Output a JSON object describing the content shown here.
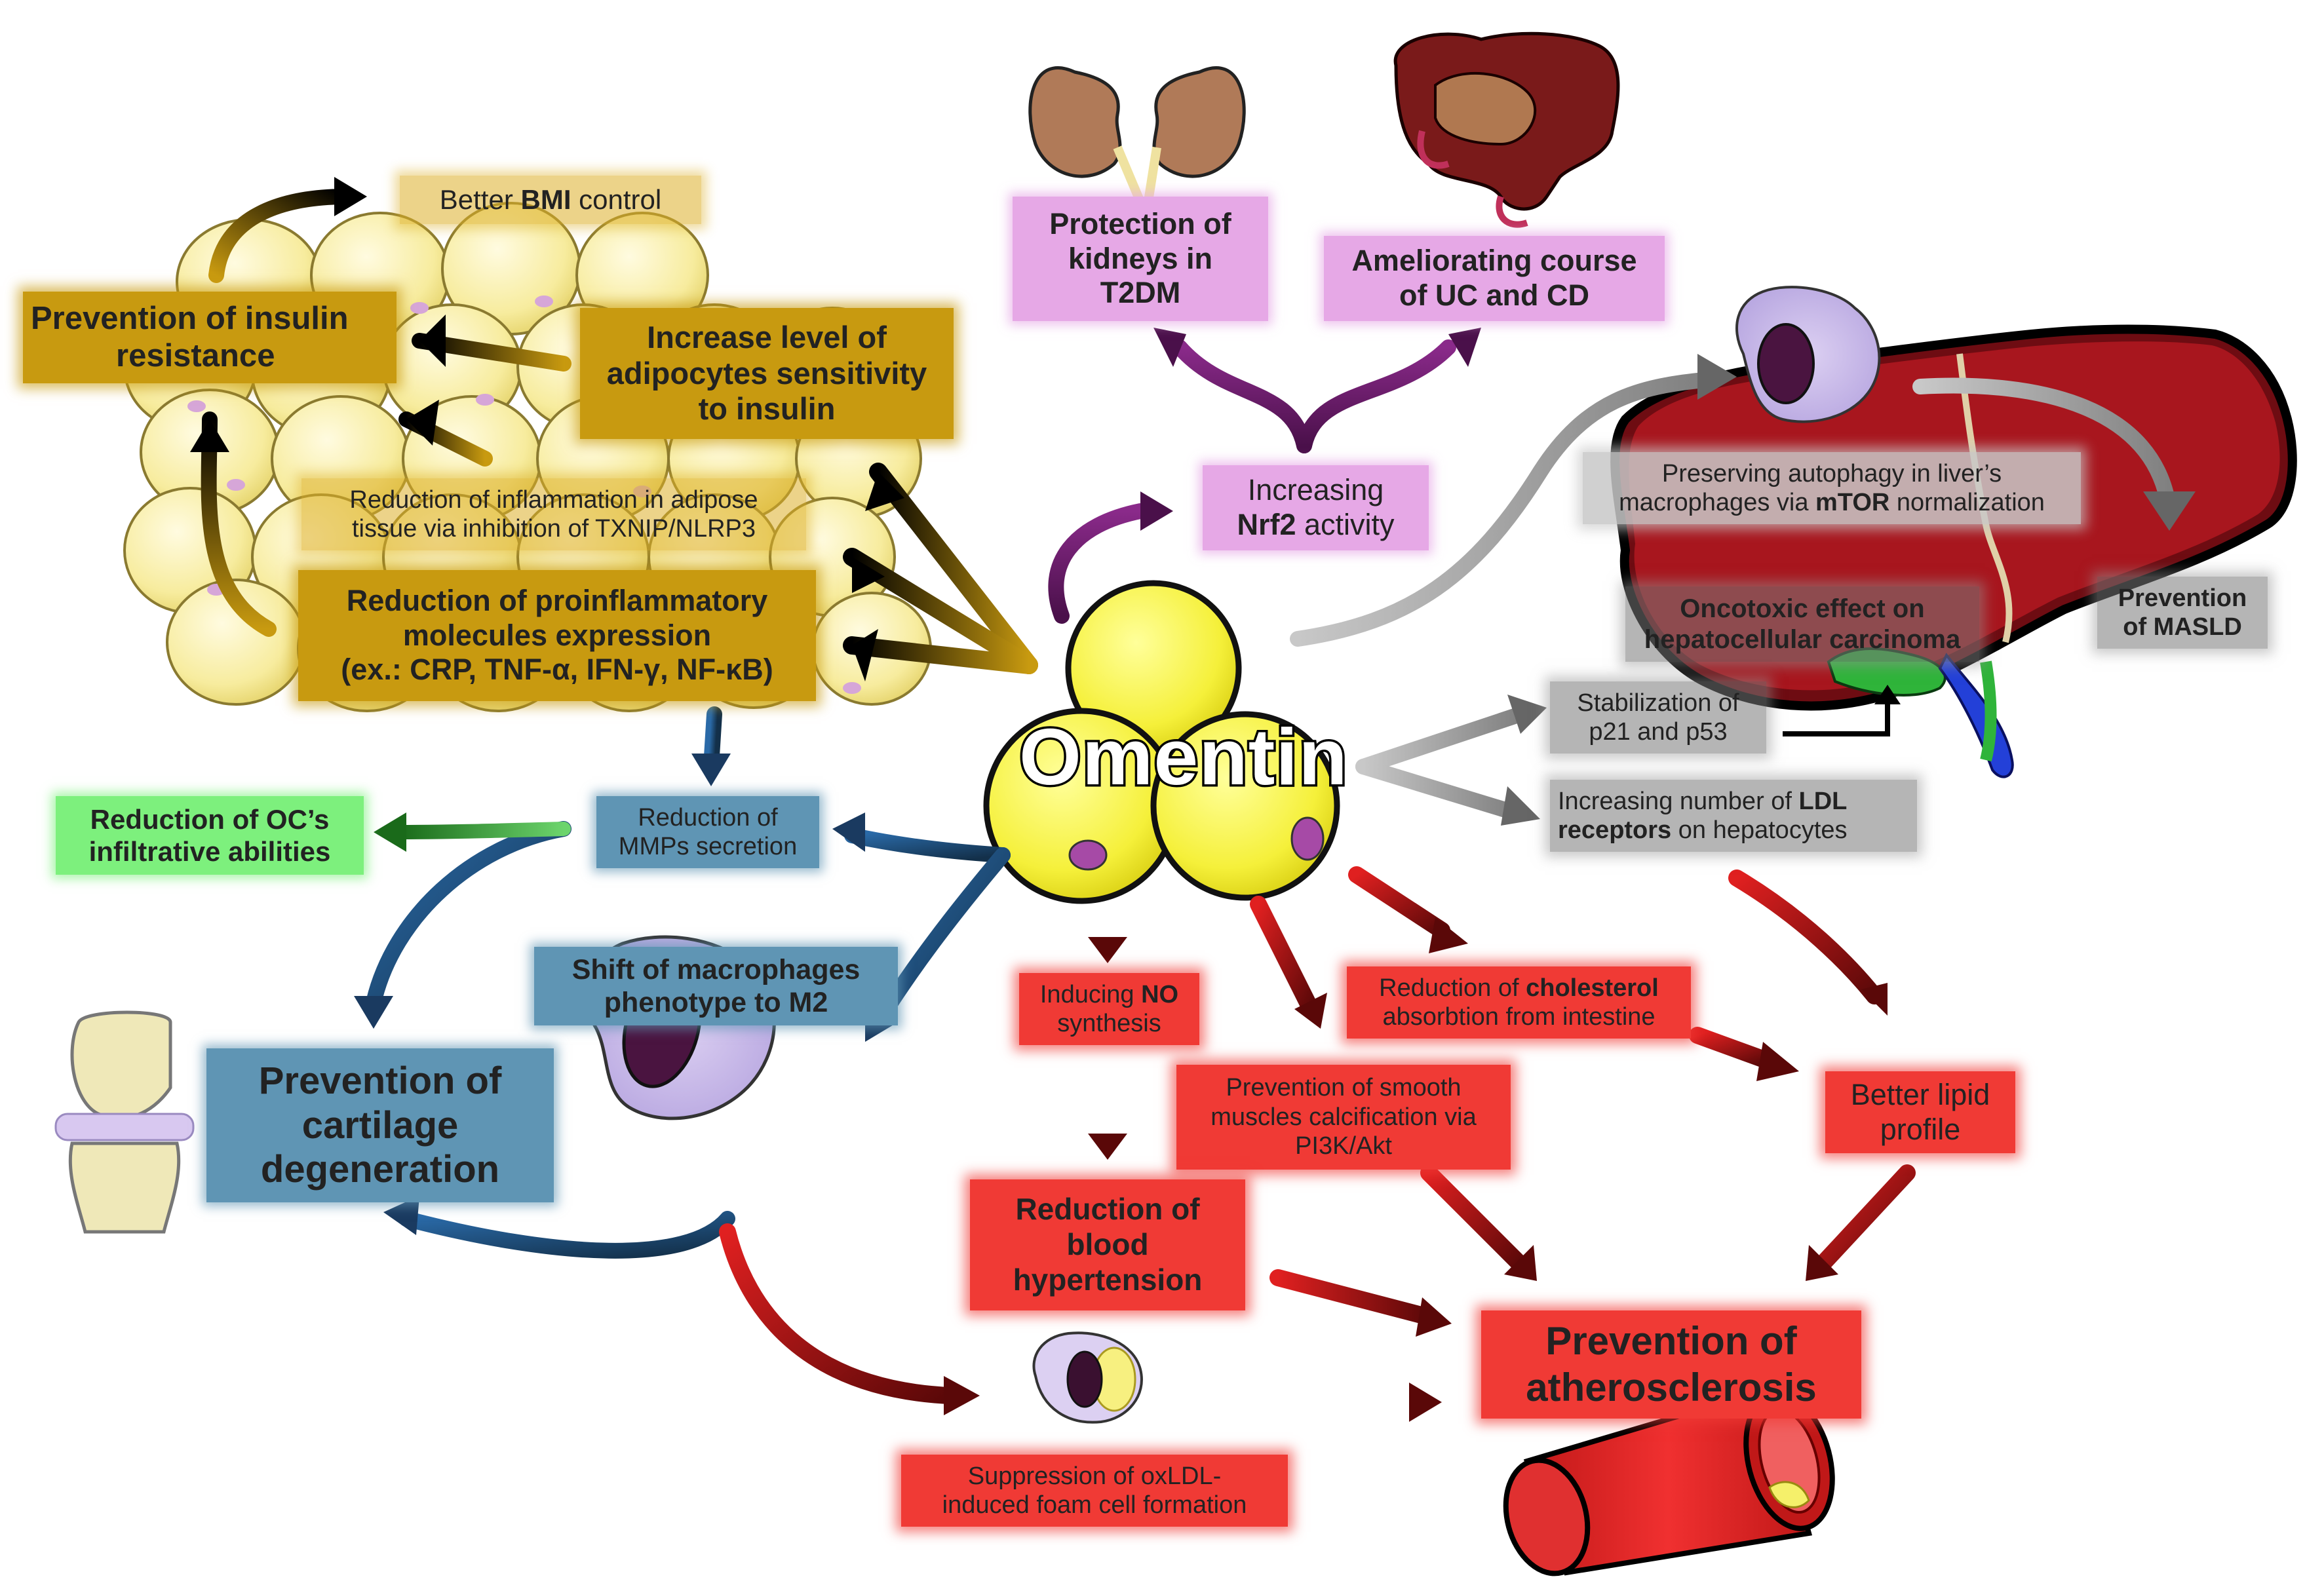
{
  "center": {
    "label": "Omentin"
  },
  "labels": {
    "better_bmi": {
      "pre": "Better ",
      "bold": "BMI",
      "post": " control"
    },
    "insulin_resistance": {
      "line1": "Prevention of insulin",
      "line2": "resistance"
    },
    "adipocytes_sensitivity": {
      "line1": "Increase level of",
      "line2": "adipocytes sensitivity",
      "line3": "to insulin"
    },
    "adipose_inflammation": {
      "line1": "Reduction of inflammation in adipose",
      "line2": "tissue via inhibition of TXNIP/NLRP3"
    },
    "proinflammatory": {
      "line1": "Reduction of proinflammatory",
      "line2": "molecules expression",
      "line3": "(ex.: CRP, TNF-α, IFN-γ, NF-κB)"
    },
    "kidneys": {
      "line1": "Protection of",
      "line2": "kidneys in",
      "line3": "T2DM"
    },
    "uc_cd": {
      "line1": "Ameliorating course",
      "line2": "of UC and CD"
    },
    "nrf2": {
      "line1": "Increasing",
      "line2_bold": "Nrf2",
      "line2_post": " activity"
    },
    "autophagy": {
      "line1": "Preserving autophagy in liver’s",
      "line2_pre": "macrophages via ",
      "line2_bold": "mTOR",
      "line2_post": " normalization"
    },
    "masld": {
      "line1": "Prevention",
      "line2": "of MASLD"
    },
    "oncotoxic": {
      "line1": "Oncotoxic effect on",
      "line2": "hepatocellular carcinoma"
    },
    "p21_p53": {
      "line1": "Stabilization of",
      "line2": "p21 and p53"
    },
    "ldl_receptors": {
      "line1_pre": "Increasing number of ",
      "line1_bold": "LDL",
      "line2_bold": "receptors",
      "line2_post": " on hepatocytes"
    },
    "oc_infiltrative": {
      "line1": "Reduction of OC’s",
      "line2": "infiltrative abilities"
    },
    "mmps": {
      "line1": "Reduction of",
      "line2": "MMPs secretion"
    },
    "macrophages_m2": {
      "line1": "Shift of macrophages",
      "line2": "phenotype to M2"
    },
    "cartilage": {
      "line1": "Prevention of",
      "line2": "cartilage",
      "line3": "degeneration"
    },
    "no_synthesis": {
      "line1_pre": "Inducing ",
      "line1_bold": "NO",
      "line2": "synthesis"
    },
    "cholesterol": {
      "line1_pre": "Reduction of ",
      "line1_bold": "cholesterol",
      "line2": "absorbtion from intestine"
    },
    "smooth_muscle": {
      "line1": "Prevention of smooth",
      "line2": "muscles calcification via",
      "line3": "PI3K/Akt"
    },
    "lipid_profile": {
      "line1": "Better lipid",
      "line2": "profile"
    },
    "hypertension": {
      "line1": "Reduction of",
      "line2": "blood",
      "line3": "hypertension"
    },
    "atherosclerosis": {
      "line1": "Prevention of",
      "line2": "atherosclerosis"
    },
    "foam_cell": {
      "line1": "Suppression of oxLDL-",
      "line2": "induced foam cell formation"
    }
  },
  "colors": {
    "adipose": "#c89a10",
    "kidney_gut": "#e6a8e6",
    "liver": "#9a1a1e",
    "cardio": "#f03a35",
    "joint": "#5f95b4",
    "cancer": "#7df07d",
    "nrf2_arrow": "#6a1a6a"
  },
  "icons": [
    "fat-cells-icon",
    "kidneys-icon",
    "intestine-icon",
    "macrophage-icon",
    "liver-icon",
    "knee-joint-icon",
    "foam-cell-icon",
    "artery-icon",
    "omentin-cells-icon"
  ]
}
